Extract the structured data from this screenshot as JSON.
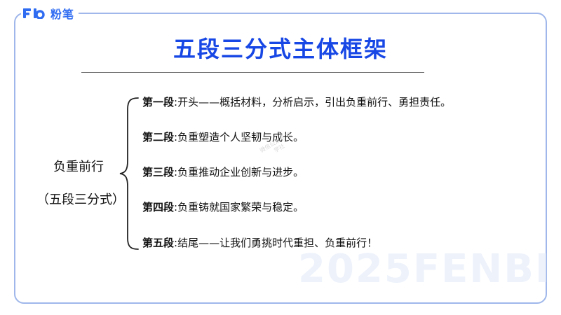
{
  "brand": {
    "name": "粉笔",
    "logo_icon": "fb-logo-icon",
    "color": "#2f6cf2"
  },
  "title": "五段三分式主体框架",
  "colors": {
    "title": "#1747e5",
    "frame": "#9fb7ea",
    "text": "#111111",
    "watermark": "#edf2fb"
  },
  "left": {
    "topic": "负重前行",
    "structure": "（五段三分式）"
  },
  "items": [
    {
      "label": "第一段",
      "separator": ":",
      "text": "开头——概括材料，分析启示，引出负重前行、勇担责任。"
    },
    {
      "label": "第二段",
      "separator": ":",
      "text": "负重塑造个人坚韧与成长。"
    },
    {
      "label": "第三段",
      "separator": ":",
      "text": "负重推动企业创新与进步。"
    },
    {
      "label": "第四段",
      "separator": ":",
      "text": "负重铸就国家繁荣与稳定。"
    },
    {
      "label": "第五段",
      "separator": ":",
      "text": "结尾——让我们勇挑时代重担、负重前行！"
    }
  ],
  "watermark": {
    "year_text": "2025FENBI",
    "stamp_text": "微信公众号 文学社"
  }
}
